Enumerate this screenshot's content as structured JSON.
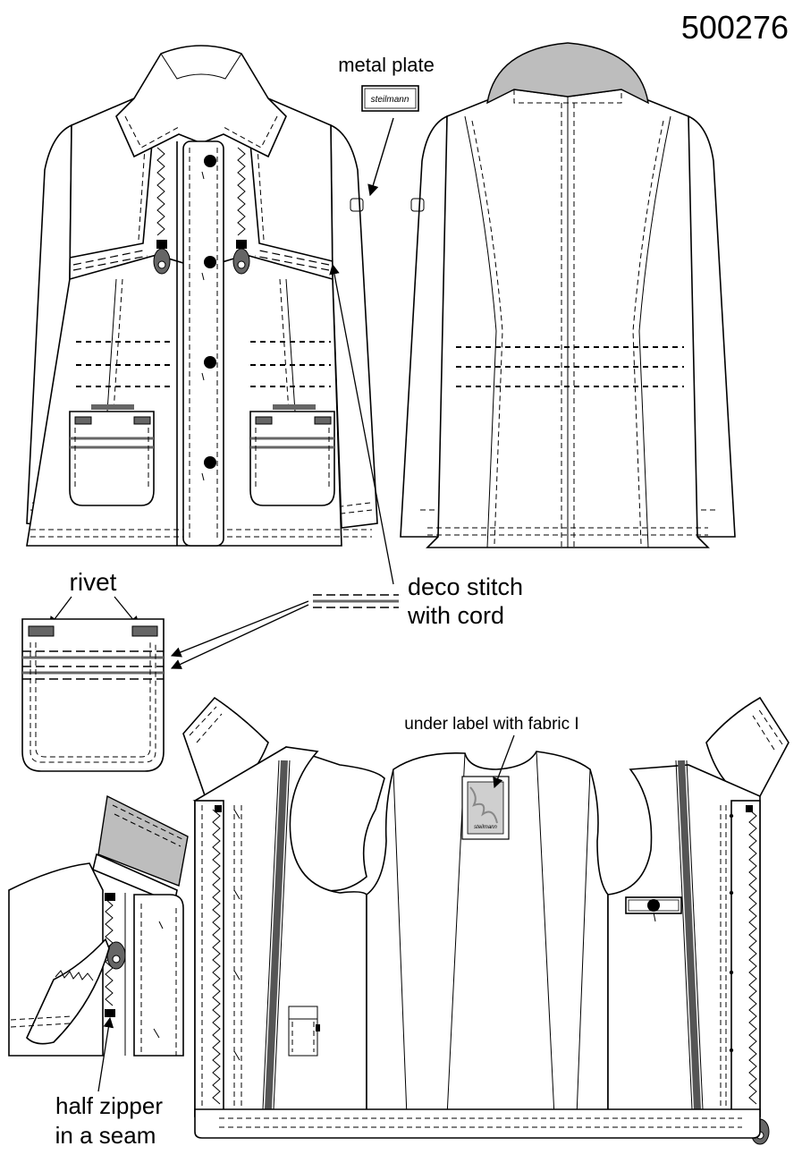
{
  "article_number": "500276",
  "callouts": {
    "metal_plate": "metal plate",
    "metal_plate_brand": "steilmann",
    "rivet": "rivet",
    "deco_stitch_line1": "deco stitch",
    "deco_stitch_line2": "with cord",
    "under_label": "under label with fabric I",
    "under_label_brand": "steilmann",
    "half_zipper_line1": "half zipper",
    "half_zipper_line2": "in a seam"
  },
  "colors": {
    "line": "#000000",
    "cord_grey": "#666666",
    "fabric_grey": "#bdbdbd",
    "background": "#ffffff"
  }
}
